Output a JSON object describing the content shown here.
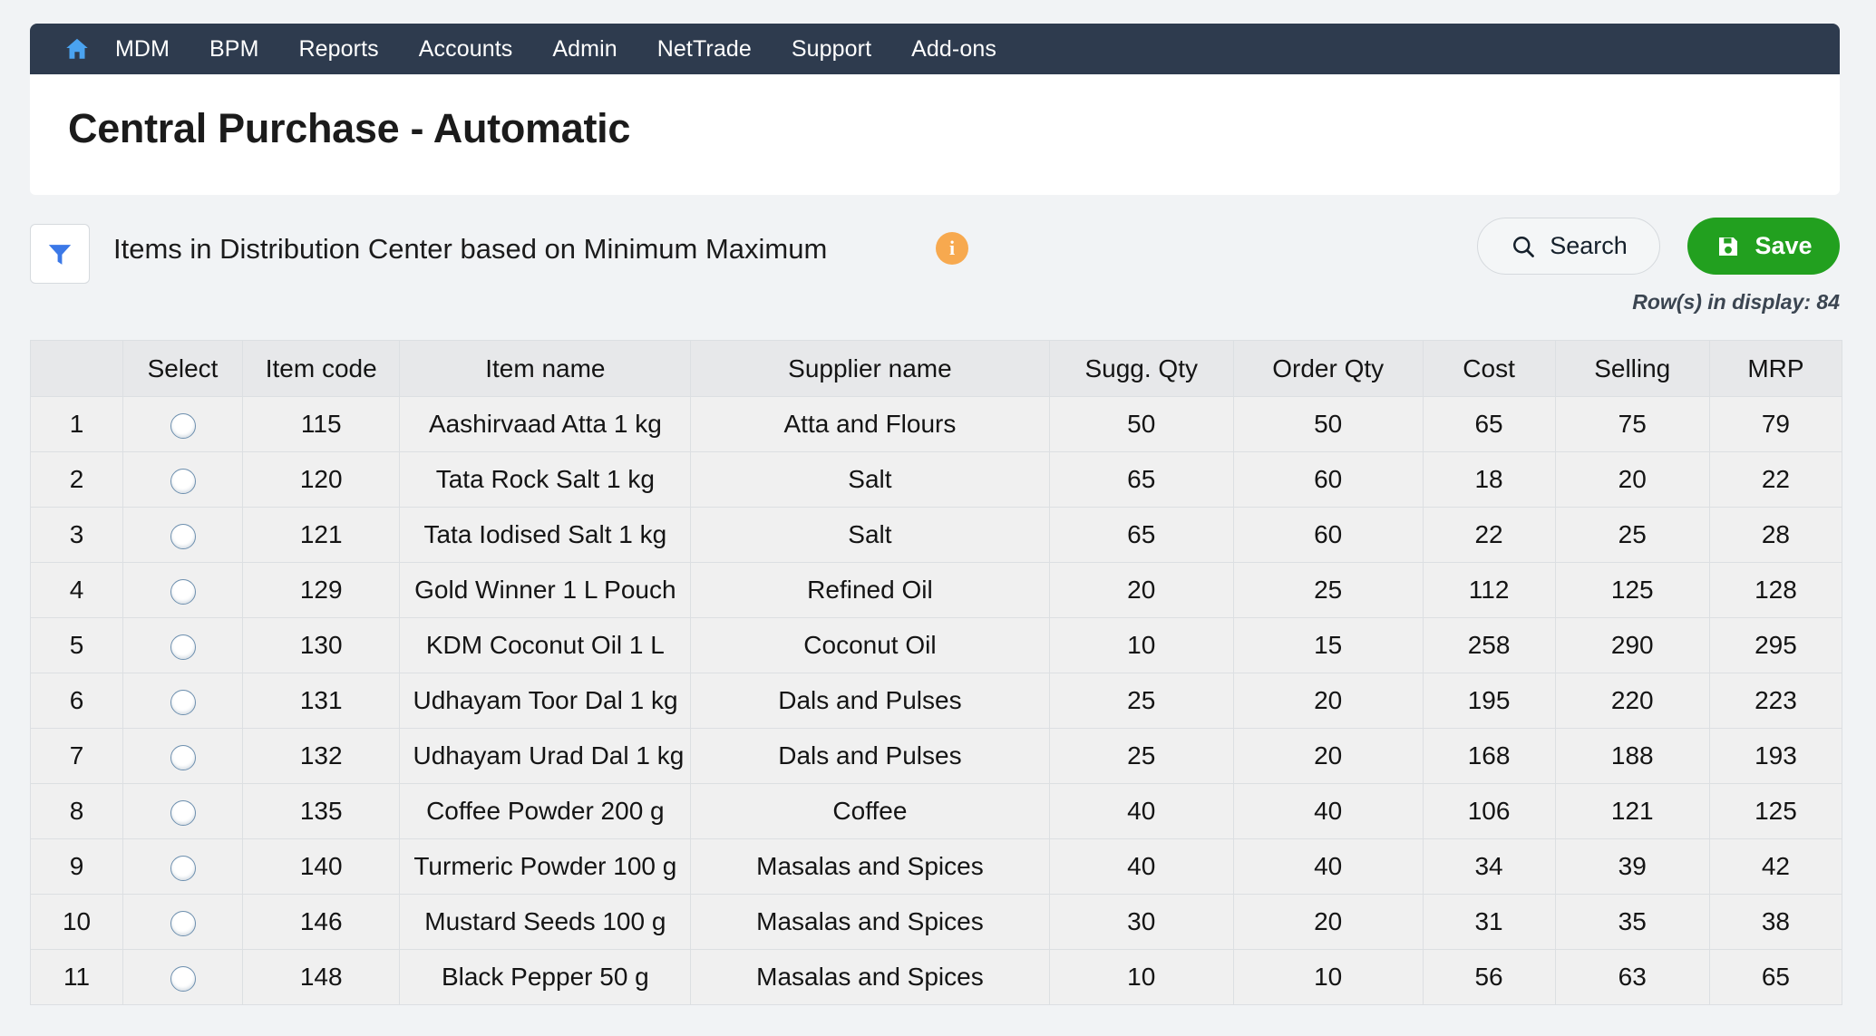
{
  "nav": {
    "home_icon": "home-icon",
    "items": [
      {
        "label": "MDM"
      },
      {
        "label": "BPM"
      },
      {
        "label": "Reports"
      },
      {
        "label": "Accounts"
      },
      {
        "label": "Admin"
      },
      {
        "label": "NetTrade"
      },
      {
        "label": "Support"
      },
      {
        "label": "Add-ons"
      }
    ]
  },
  "header": {
    "title": "Central Purchase - Automatic"
  },
  "strip": {
    "filter_icon": "filter-funnel-icon",
    "label": "Items in Distribution Center based on Minimum Maximum",
    "info_icon": "info-icon",
    "info_glyph": "i",
    "search_label": "Search",
    "search_icon": "search-icon",
    "save_label": "Save",
    "save_icon": "save-disk-icon",
    "rows_in_display": "Row(s) in display: 84"
  },
  "colors": {
    "nav_bg": "#2e3b4e",
    "home_icon": "#4aa3f0",
    "filter_icon": "#3b78e7",
    "info_badge": "#f7a94f",
    "save_button": "#22a01f",
    "header_bg": "#e7e8ea",
    "cell_bg": "#f0f0f0"
  },
  "table": {
    "columns": [
      {
        "key": "idx",
        "label": ""
      },
      {
        "key": "sel",
        "label": "Select"
      },
      {
        "key": "code",
        "label": "Item code"
      },
      {
        "key": "name",
        "label": "Item name"
      },
      {
        "key": "supp",
        "label": "Supplier name"
      },
      {
        "key": "sugg",
        "label": "Sugg. Qty"
      },
      {
        "key": "order",
        "label": "Order Qty"
      },
      {
        "key": "cost",
        "label": "Cost"
      },
      {
        "key": "sell",
        "label": "Selling"
      },
      {
        "key": "mrp",
        "label": "MRP"
      }
    ],
    "rows": [
      {
        "idx": "1",
        "code": "115",
        "name": "Aashirvaad Atta 1 kg",
        "supp": "Atta and Flours",
        "sugg": "50",
        "order": "50",
        "cost": "65",
        "sell": "75",
        "mrp": "79"
      },
      {
        "idx": "2",
        "code": "120",
        "name": "Tata Rock Salt 1 kg",
        "supp": "Salt",
        "sugg": "65",
        "order": "60",
        "cost": "18",
        "sell": "20",
        "mrp": "22"
      },
      {
        "idx": "3",
        "code": "121",
        "name": "Tata Iodised Salt 1 kg",
        "supp": "Salt",
        "sugg": "65",
        "order": "60",
        "cost": "22",
        "sell": "25",
        "mrp": "28"
      },
      {
        "idx": "4",
        "code": "129",
        "name": "Gold Winner 1 L Pouch",
        "supp": "Refined Oil",
        "sugg": "20",
        "order": "25",
        "cost": "112",
        "sell": "125",
        "mrp": "128"
      },
      {
        "idx": "5",
        "code": "130",
        "name": "KDM Coconut Oil 1 L",
        "supp": "Coconut Oil",
        "sugg": "10",
        "order": "15",
        "cost": "258",
        "sell": "290",
        "mrp": "295"
      },
      {
        "idx": "6",
        "code": "131",
        "name": "Udhayam Toor Dal 1 kg",
        "supp": "Dals and Pulses",
        "sugg": "25",
        "order": "20",
        "cost": "195",
        "sell": "220",
        "mrp": "223"
      },
      {
        "idx": "7",
        "code": "132",
        "name": "Udhayam Urad Dal 1 kg",
        "supp": "Dals and Pulses",
        "sugg": "25",
        "order": "20",
        "cost": "168",
        "sell": "188",
        "mrp": "193"
      },
      {
        "idx": "8",
        "code": "135",
        "name": "Coffee Powder 200 g",
        "supp": "Coffee",
        "sugg": "40",
        "order": "40",
        "cost": "106",
        "sell": "121",
        "mrp": "125"
      },
      {
        "idx": "9",
        "code": "140",
        "name": "Turmeric Powder 100 g",
        "supp": "Masalas and Spices",
        "sugg": "40",
        "order": "40",
        "cost": "34",
        "sell": "39",
        "mrp": "42"
      },
      {
        "idx": "10",
        "code": "146",
        "name": "Mustard Seeds 100 g",
        "supp": "Masalas and Spices",
        "sugg": "30",
        "order": "20",
        "cost": "31",
        "sell": "35",
        "mrp": "38"
      },
      {
        "idx": "11",
        "code": "148",
        "name": "Black Pepper 50 g",
        "supp": "Masalas and Spices",
        "sugg": "10",
        "order": "10",
        "cost": "56",
        "sell": "63",
        "mrp": "65"
      }
    ]
  }
}
